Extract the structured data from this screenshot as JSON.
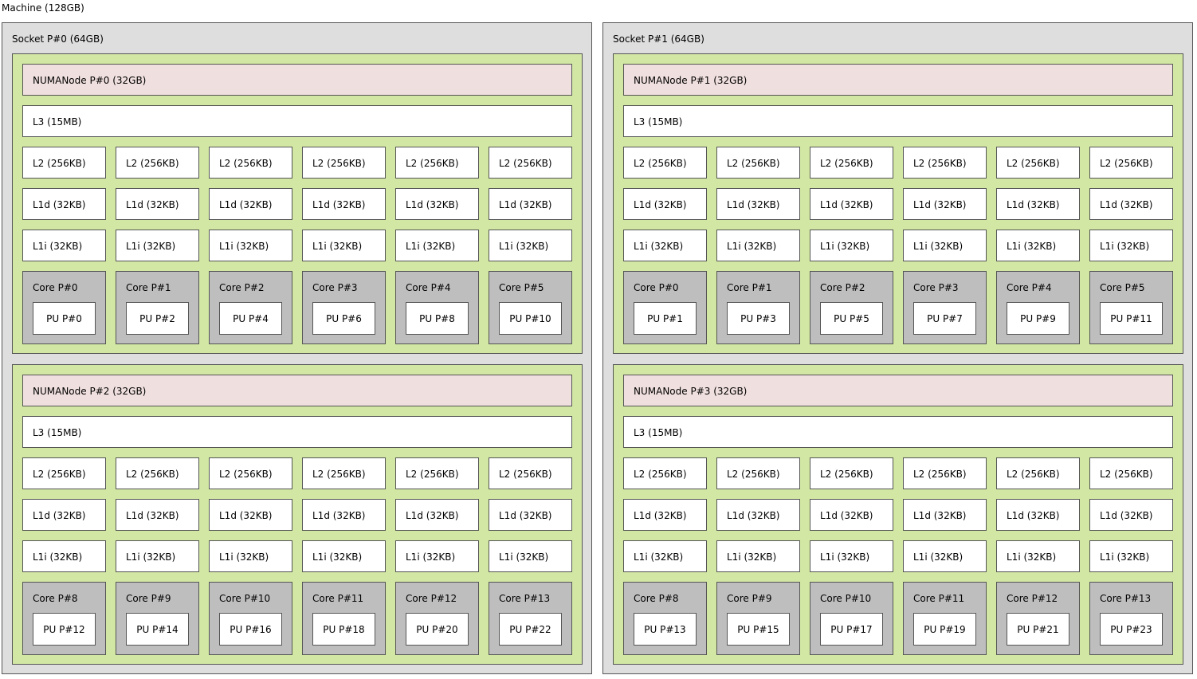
{
  "machine": {
    "label": "Machine (128GB)"
  },
  "sockets": [
    {
      "label": "Socket P#0 (64GB)",
      "numa": [
        {
          "label": "NUMANode P#0 (32GB)",
          "l3": "L3 (15MB)",
          "l2": [
            "L2 (256KB)",
            "L2 (256KB)",
            "L2 (256KB)",
            "L2 (256KB)",
            "L2 (256KB)",
            "L2 (256KB)"
          ],
          "l1d": [
            "L1d (32KB)",
            "L1d (32KB)",
            "L1d (32KB)",
            "L1d (32KB)",
            "L1d (32KB)",
            "L1d (32KB)"
          ],
          "l1i": [
            "L1i (32KB)",
            "L1i (32KB)",
            "L1i (32KB)",
            "L1i (32KB)",
            "L1i (32KB)",
            "L1i (32KB)"
          ],
          "cores": [
            {
              "label": "Core P#0",
              "pu": "PU P#0"
            },
            {
              "label": "Core P#1",
              "pu": "PU P#2"
            },
            {
              "label": "Core P#2",
              "pu": "PU P#4"
            },
            {
              "label": "Core P#3",
              "pu": "PU P#6"
            },
            {
              "label": "Core P#4",
              "pu": "PU P#8"
            },
            {
              "label": "Core P#5",
              "pu": "PU P#10"
            }
          ]
        },
        {
          "label": "NUMANode P#2 (32GB)",
          "l3": "L3 (15MB)",
          "l2": [
            "L2 (256KB)",
            "L2 (256KB)",
            "L2 (256KB)",
            "L2 (256KB)",
            "L2 (256KB)",
            "L2 (256KB)"
          ],
          "l1d": [
            "L1d (32KB)",
            "L1d (32KB)",
            "L1d (32KB)",
            "L1d (32KB)",
            "L1d (32KB)",
            "L1d (32KB)"
          ],
          "l1i": [
            "L1i (32KB)",
            "L1i (32KB)",
            "L1i (32KB)",
            "L1i (32KB)",
            "L1i (32KB)",
            "L1i (32KB)"
          ],
          "cores": [
            {
              "label": "Core P#8",
              "pu": "PU P#12"
            },
            {
              "label": "Core P#9",
              "pu": "PU P#14"
            },
            {
              "label": "Core P#10",
              "pu": "PU P#16"
            },
            {
              "label": "Core P#11",
              "pu": "PU P#18"
            },
            {
              "label": "Core P#12",
              "pu": "PU P#20"
            },
            {
              "label": "Core P#13",
              "pu": "PU P#22"
            }
          ]
        }
      ]
    },
    {
      "label": "Socket P#1 (64GB)",
      "numa": [
        {
          "label": "NUMANode P#1 (32GB)",
          "l3": "L3 (15MB)",
          "l2": [
            "L2 (256KB)",
            "L2 (256KB)",
            "L2 (256KB)",
            "L2 (256KB)",
            "L2 (256KB)",
            "L2 (256KB)"
          ],
          "l1d": [
            "L1d (32KB)",
            "L1d (32KB)",
            "L1d (32KB)",
            "L1d (32KB)",
            "L1d (32KB)",
            "L1d (32KB)"
          ],
          "l1i": [
            "L1i (32KB)",
            "L1i (32KB)",
            "L1i (32KB)",
            "L1i (32KB)",
            "L1i (32KB)",
            "L1i (32KB)"
          ],
          "cores": [
            {
              "label": "Core P#0",
              "pu": "PU P#1"
            },
            {
              "label": "Core P#1",
              "pu": "PU P#3"
            },
            {
              "label": "Core P#2",
              "pu": "PU P#5"
            },
            {
              "label": "Core P#3",
              "pu": "PU P#7"
            },
            {
              "label": "Core P#4",
              "pu": "PU P#9"
            },
            {
              "label": "Core P#5",
              "pu": "PU P#11"
            }
          ]
        },
        {
          "label": "NUMANode P#3 (32GB)",
          "l3": "L3 (15MB)",
          "l2": [
            "L2 (256KB)",
            "L2 (256KB)",
            "L2 (256KB)",
            "L2 (256KB)",
            "L2 (256KB)",
            "L2 (256KB)"
          ],
          "l1d": [
            "L1d (32KB)",
            "L1d (32KB)",
            "L1d (32KB)",
            "L1d (32KB)",
            "L1d (32KB)",
            "L1d (32KB)"
          ],
          "l1i": [
            "L1i (32KB)",
            "L1i (32KB)",
            "L1i (32KB)",
            "L1i (32KB)",
            "L1i (32KB)",
            "L1i (32KB)"
          ],
          "cores": [
            {
              "label": "Core P#8",
              "pu": "PU P#13"
            },
            {
              "label": "Core P#9",
              "pu": "PU P#15"
            },
            {
              "label": "Core P#10",
              "pu": "PU P#17"
            },
            {
              "label": "Core P#11",
              "pu": "PU P#19"
            },
            {
              "label": "Core P#12",
              "pu": "PU P#21"
            },
            {
              "label": "Core P#13",
              "pu": "PU P#23"
            }
          ]
        }
      ]
    }
  ]
}
